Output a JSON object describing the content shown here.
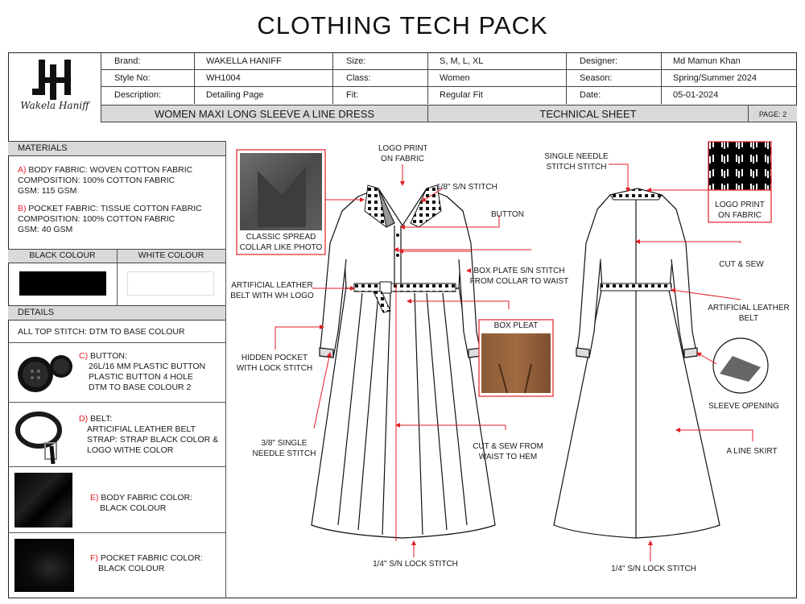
{
  "page_title": "CLOTHING TECH PACK",
  "logo": {
    "script_text": "Wakela Haniff"
  },
  "header": {
    "brand_label": "Brand:",
    "brand_value": "WAKELLA HANIFF",
    "size_label": "Size:",
    "size_value": "S, M, L, XL",
    "designer_label": "Designer:",
    "designer_value": "Md Mamun Khan",
    "style_label": "Style No:",
    "style_value": "WH1004",
    "class_label": "Class:",
    "class_value": "Women",
    "season_label": "Season:",
    "season_value": "Spring/Summer 2024",
    "desc_label": "Description:",
    "desc_value": "Detailing Page",
    "fit_label": "Fit:",
    "fit_value": "Regular Fit",
    "date_label": "Date:",
    "date_value": "05-01-2024",
    "product_name": "WOMEN MAXI LONG SLEEVE A LINE DRESS",
    "sheet_name": "TECHNICAL SHEET",
    "page": "PAGE: 2"
  },
  "materials": {
    "heading": "MATERIALS",
    "a_letter": "A)",
    "a_line1": " BODY FABRIC: WOVEN COTTON FABRIC",
    "a_line2": "COMPOSITION: 100% COTTON FABRIC",
    "a_line3": "GSM: 115 GSM",
    "b_letter": "B)",
    "b_line1": " POCKET FABRIC: TISSUE COTTON FABRIC",
    "b_line2": "COMPOSITION: 100% COTTON FABRIC",
    "b_line3": "GSM: 40 GSM"
  },
  "colours": {
    "black_label": "BLACK COLOUR",
    "white_label": "WHITE COLOUR",
    "black_hex": "#000000",
    "white_hex": "#ffffff"
  },
  "details": {
    "heading": "DETAILS",
    "top_stitch": "ALL TOP STITCH: DTM TO BASE COLOUR",
    "c_letter": "C)",
    "c_line1": " BUTTON:",
    "c_line2": "26L/16 MM PLASTIC BUTTON",
    "c_line3": "PLASTIC BUTTON 4 HOLE",
    "c_line4": "DTM TO BASE COLOUR 2",
    "d_letter": "D)",
    "d_line1": " BELT:",
    "d_line2": "ARTICIFIAL LEATHER BELT",
    "d_line3": "STRAP: STRAP BLACK COLOR &",
    "d_line4": "LOGO WITHE COLOR",
    "e_letter": "E)",
    "e_line1": " BODY FABRIC COLOR:",
    "e_line2": "BLACK COLOUR",
    "f_letter": "F)",
    "f_line1": " POCKET FABRIC COLOR:",
    "f_line2": "BLACK COLOUR"
  },
  "callouts": {
    "collar": "CLASSIC SPREAD\nCOLLAR LIKE PHOTO",
    "logo_print_front": "LOGO PRINT\nON FABRIC",
    "stitch_18": "1/8\" S/N STITCH",
    "button": "BUTTON",
    "box_plate": "BOX PLATE S/N STITCH\nFROM COLLAR TO WAIST",
    "belt": "ARTIFICIAL LEATHER\nBELT WITH WH LOGO",
    "box_pleat": "BOX PLEAT",
    "hidden_pocket": "HIDDEN POCKET\nWITH LOCK STITCH",
    "stitch_38": "3/8\" SINGLE\nNEEDLE STITCH",
    "cut_sew_waist": "CUT & SEW FROM\nWAIST TO HEM",
    "lock_front": "1/4\" S/N LOCK STITCH",
    "single_needle": "SINGLE NEEDLE\nSTITCH STITCH",
    "logo_print_back": "LOGO PRINT\nON FABRIC",
    "cut_sew": "CUT & SEW",
    "leather_belt": "ARTIFICIAL LEATHER\nBELT",
    "sleeve_opening": "SLEEVE OPENING",
    "a_line_skirt": "A LINE SKIRT",
    "lock_back": "1/4\" S/N LOCK STITCH"
  },
  "logo_tile_text": "WH",
  "colors": {
    "accent_red": "#e21e26",
    "header_gray": "#d9d9d9"
  }
}
